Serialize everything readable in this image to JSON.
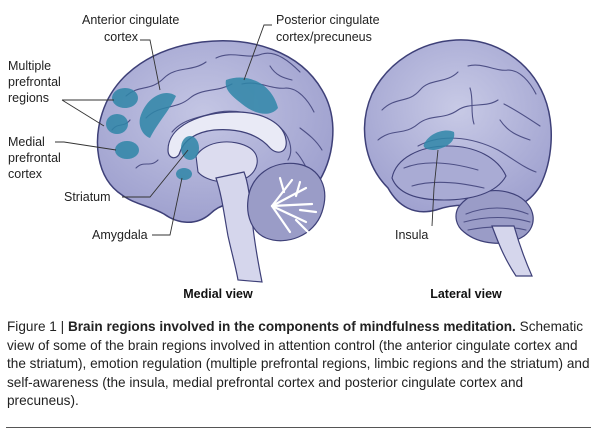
{
  "labels": {
    "anterior_cingulate": [
      "Anterior cingulate",
      "cortex"
    ],
    "posterior_cingulate": [
      "Posterior cingulate",
      "cortex/precuneus"
    ],
    "multiple_prefrontal": [
      "Multiple",
      "prefrontal",
      "regions"
    ],
    "medial_prefrontal": [
      "Medial",
      "prefrontal",
      "cortex"
    ],
    "striatum": "Striatum",
    "amygdala": "Amygdala",
    "insula": "Insula"
  },
  "views": {
    "medial": "Medial view",
    "lateral": "Lateral view"
  },
  "caption": {
    "prefix": "Figure 1 | ",
    "title": "Brain regions involved in the components of mindfulness meditation.",
    "body": "Schematic view of some of the brain regions involved in attention control (the anterior cingulate cortex and the striatum), emotion regulation (multiple prefrontal regions, limbic regions and the striatum) and self-awareness (the insula, medial prefrontal cortex and posterior cingulate cortex and precuneus)."
  },
  "colors": {
    "brain_fill": "#b3b5d9",
    "brain_outline": "#3e4078",
    "highlight": "#2f86a8",
    "cerebellum": "#9a9cc7"
  }
}
